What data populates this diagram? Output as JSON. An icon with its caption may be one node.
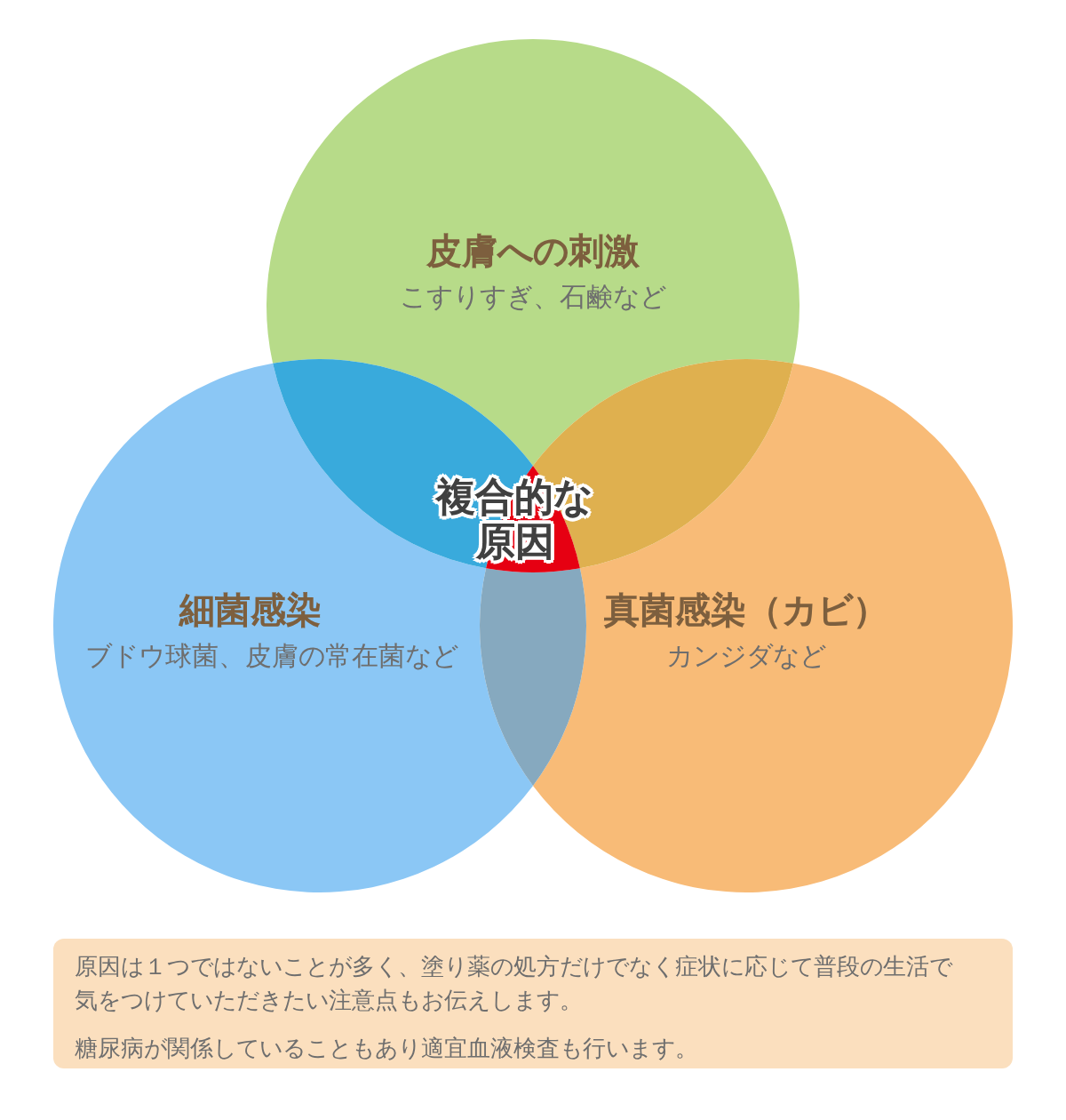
{
  "diagram": {
    "nodes": [
      {
        "text": [
          "皮膚への刺激",
          "こすりすぎ、石鹸など"
        ]
      },
      {
        "text": [
          "複合的な原因"
        ]
      },
      {
        "text": [
          "細菌感染",
          "ブドウ球菌、皮膚の常在菌など"
        ]
      },
      {
        "text": [
          "真菌感染（カビ）",
          "カンジダなど"
        ]
      },
      {
        "text": [
          "原因は１つではないことが多く、塗り薬の処方だけでなく症状に応じて普段の生活で気をつけていただきたい注意点もお伝えします。",
          "糖尿病が関係していることもあり適宜血液検査も行います。"
        ]
      }
    ]
  }
}
